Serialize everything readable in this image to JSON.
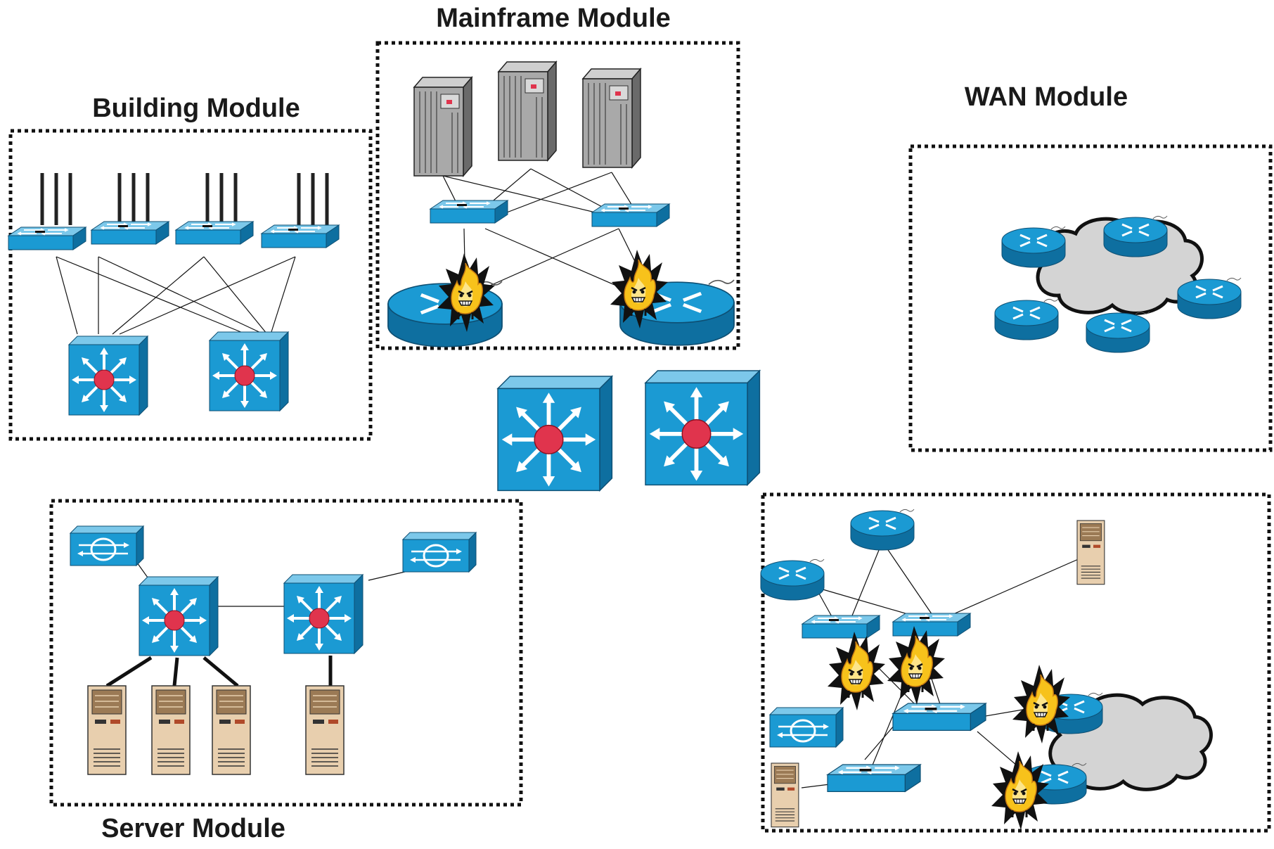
{
  "modules": {
    "mainframe": {
      "title": "Mainframe Module"
    },
    "building": {
      "title": "Building Module"
    },
    "wan": {
      "title": "WAN Module"
    },
    "server": {
      "title": "Server Module"
    },
    "edge": {
      "title": ""
    }
  },
  "colors": {
    "device_blue": "#1b9ad3",
    "device_light": "#7cc8ea",
    "device_dark": "#0e6fa0",
    "hub_red": "#e0344d",
    "firewall_yellow": "#f7c21b",
    "cloud_gray": "#d4d4d4",
    "server_tan": "#e8cfae"
  },
  "icons": {
    "multilayer_switch": "multilayer-switch-icon",
    "workgroup_switch": "workgroup-switch-icon",
    "router": "router-icon",
    "firewall": "firewall-icon",
    "mainframe": "mainframe-icon",
    "server": "server-icon",
    "load_balancer": "content-switch-icon",
    "cloud": "cloud-icon"
  }
}
